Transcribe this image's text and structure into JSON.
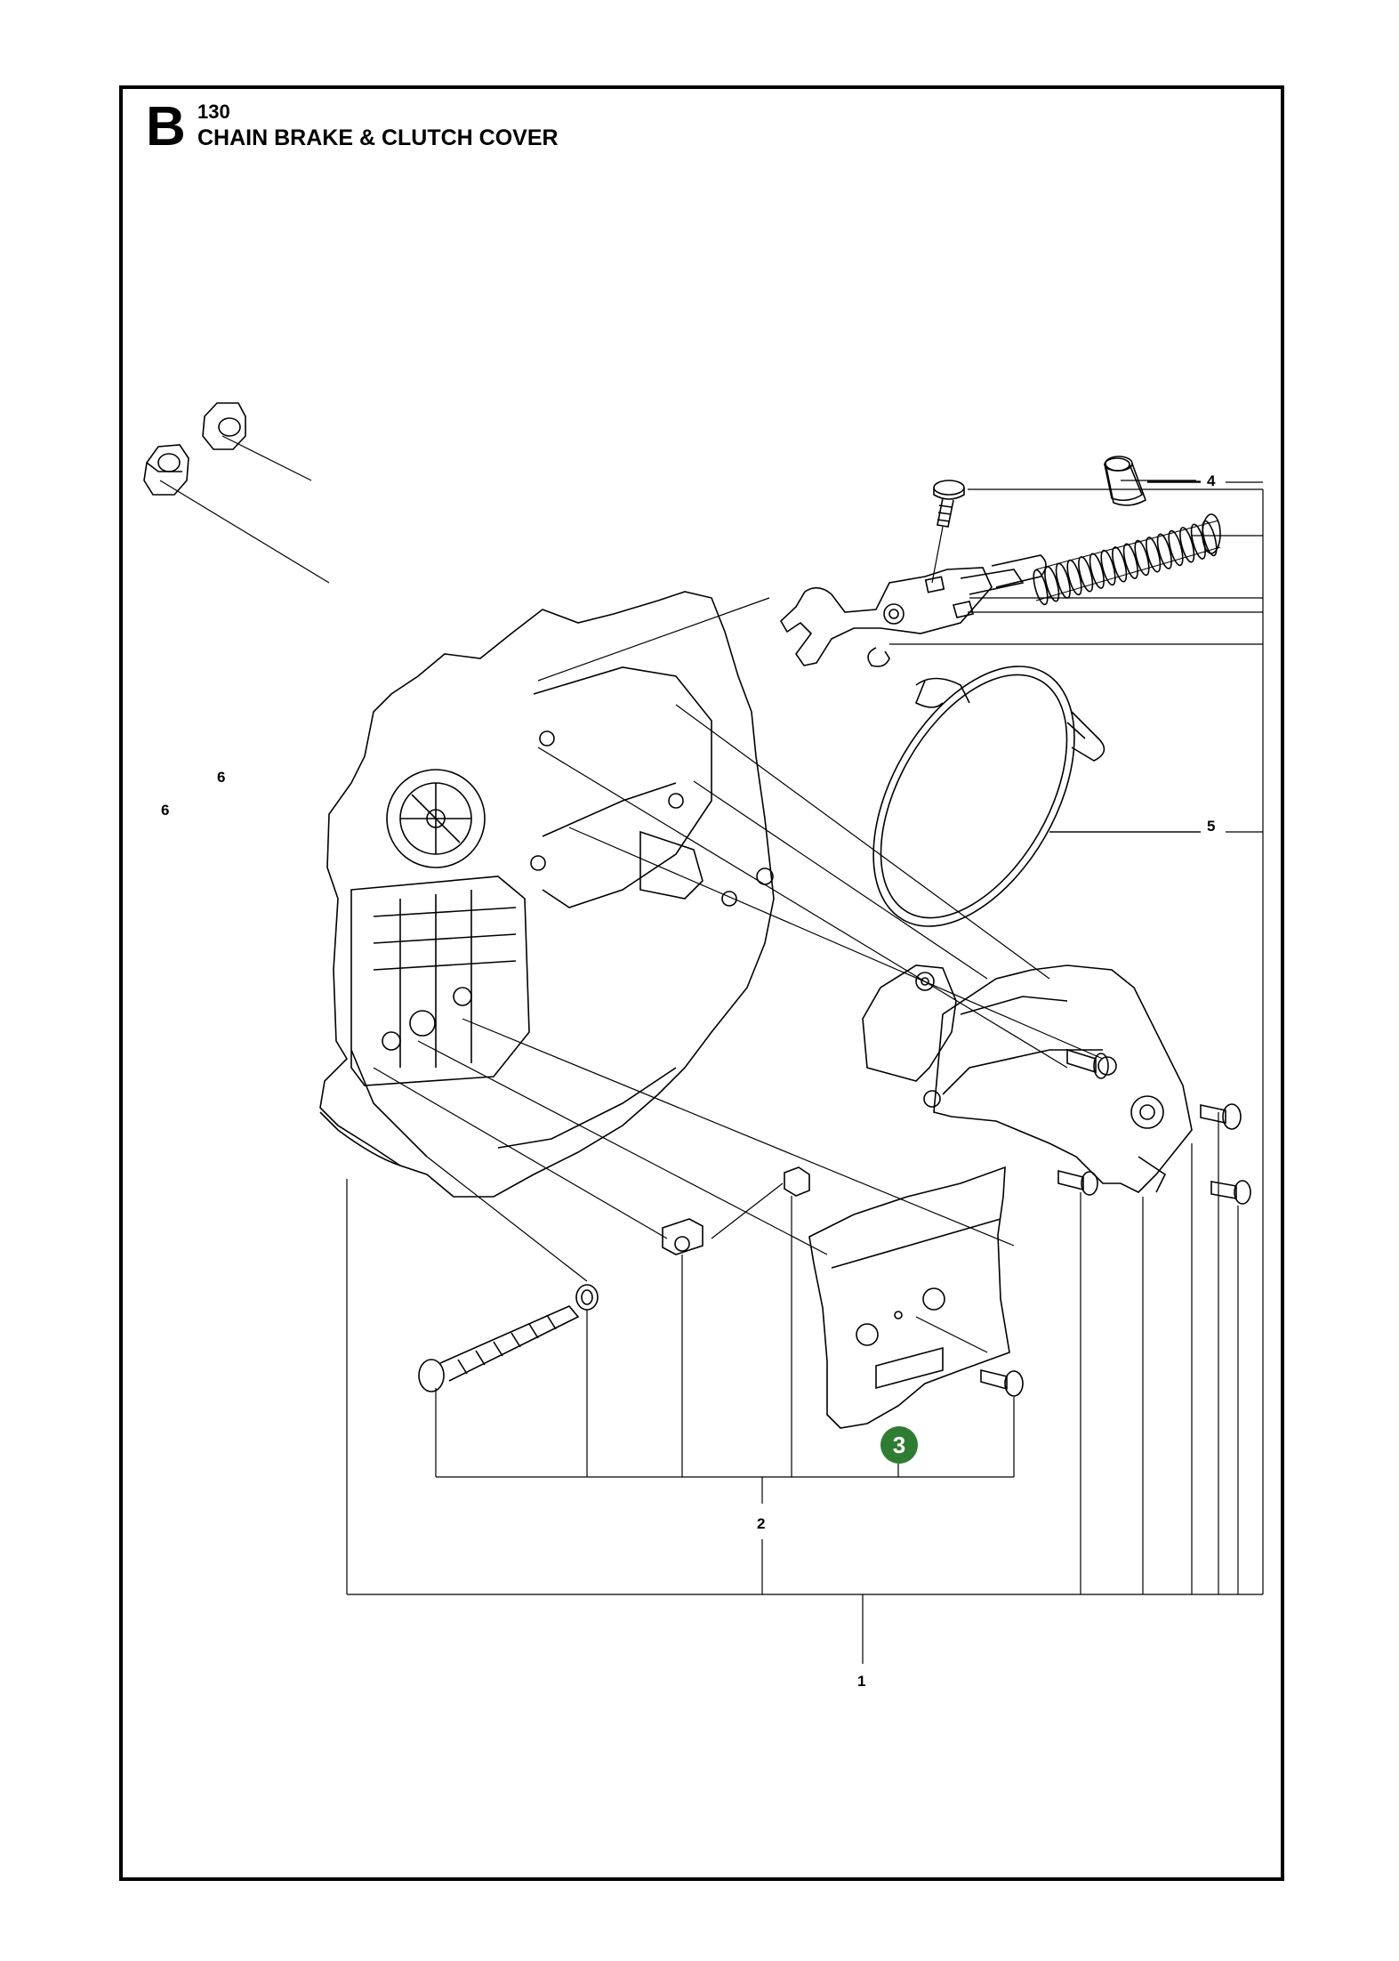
{
  "section": {
    "letter": "B",
    "number": "130",
    "title": "CHAIN BRAKE & CLUTCH COVER"
  },
  "callouts": {
    "c1": "1",
    "c2": "2",
    "c3": "3",
    "c4": "4",
    "c5": "5",
    "c6a": "6",
    "c6b": "6"
  },
  "colors": {
    "highlight": "#2e7d32",
    "line": "#000000"
  }
}
